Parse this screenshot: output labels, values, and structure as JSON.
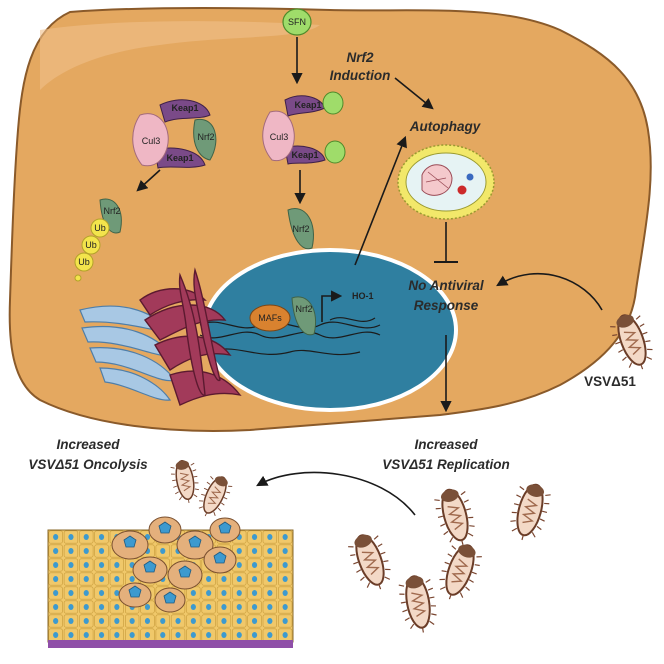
{
  "labels": {
    "sfn": "SFN",
    "nrf2_induction_line1": "Nrf2",
    "nrf2_induction_line2": "Induction",
    "autophagy": "Autophagy",
    "no_antiviral_line1": "No Antiviral",
    "no_antiviral_line2": "Response",
    "virus": "VSVΔ51",
    "increased_replication_line1": "Increased",
    "increased_replication_line2": "VSVΔ51 Replication",
    "increased_oncolysis_line1": "Increased",
    "increased_oncolysis_line2": "VSVΔ51 Oncolysis",
    "ho1": "HO-1",
    "mafs": "MAFs"
  },
  "proteins": {
    "keap1": "Keap1",
    "cul3": "Cul3",
    "nrf2": "Nrf2",
    "ub": "Ub"
  },
  "colors": {
    "cell_fill": "#e4a860",
    "cell_stroke": "#8a5a2a",
    "nucleus": "#2f7fa0",
    "keap1": "#7a4a88",
    "cul3": "#efb7c5",
    "nrf2": "#6f9a78",
    "sfn": "#9fdc6a",
    "ub": "#f3e44c",
    "mafs": "#d9822f",
    "autophagosome_ring": "#f2e86a",
    "er": "#8a2d4a",
    "golgi": "#7fa9cf",
    "tissue_cell": "#f0c86a",
    "tissue_nucleus": "#3d9acf"
  }
}
